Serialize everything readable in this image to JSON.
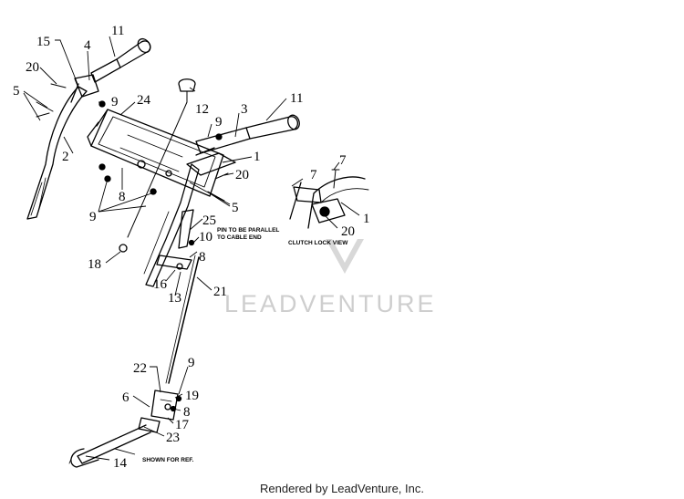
{
  "callouts": {
    "c1a": "1",
    "c1b": "1",
    "c2": "2",
    "c3": "3",
    "c4": "4",
    "c5a": "5",
    "c5b": "5",
    "c6": "6",
    "c7a": "7",
    "c7b": "7",
    "c8a": "8",
    "c8b": "8",
    "c8c": "8",
    "c9a": "9",
    "c9b": "9",
    "c9c": "9",
    "c9d": "9",
    "c10": "10",
    "c11a": "11",
    "c11b": "11",
    "c12": "12",
    "c13": "13",
    "c14": "14",
    "c15": "15",
    "c16": "16",
    "c17": "17",
    "c18": "18",
    "c19": "19",
    "c20a": "20",
    "c20b": "20",
    "c21": "21",
    "c22": "22",
    "c23": "23",
    "c24": "24",
    "c25": "25"
  },
  "notes": {
    "pin_line1": "PIN TO BE PARALLEL",
    "pin_line2": "TO CABLE END",
    "clutch_view": "CLUTCH LOCK VIEW",
    "shown_ref": "SHOWN FOR REF."
  },
  "watermark": "LEADVENTURE",
  "footer": "Rendered by LeadVenture, Inc."
}
